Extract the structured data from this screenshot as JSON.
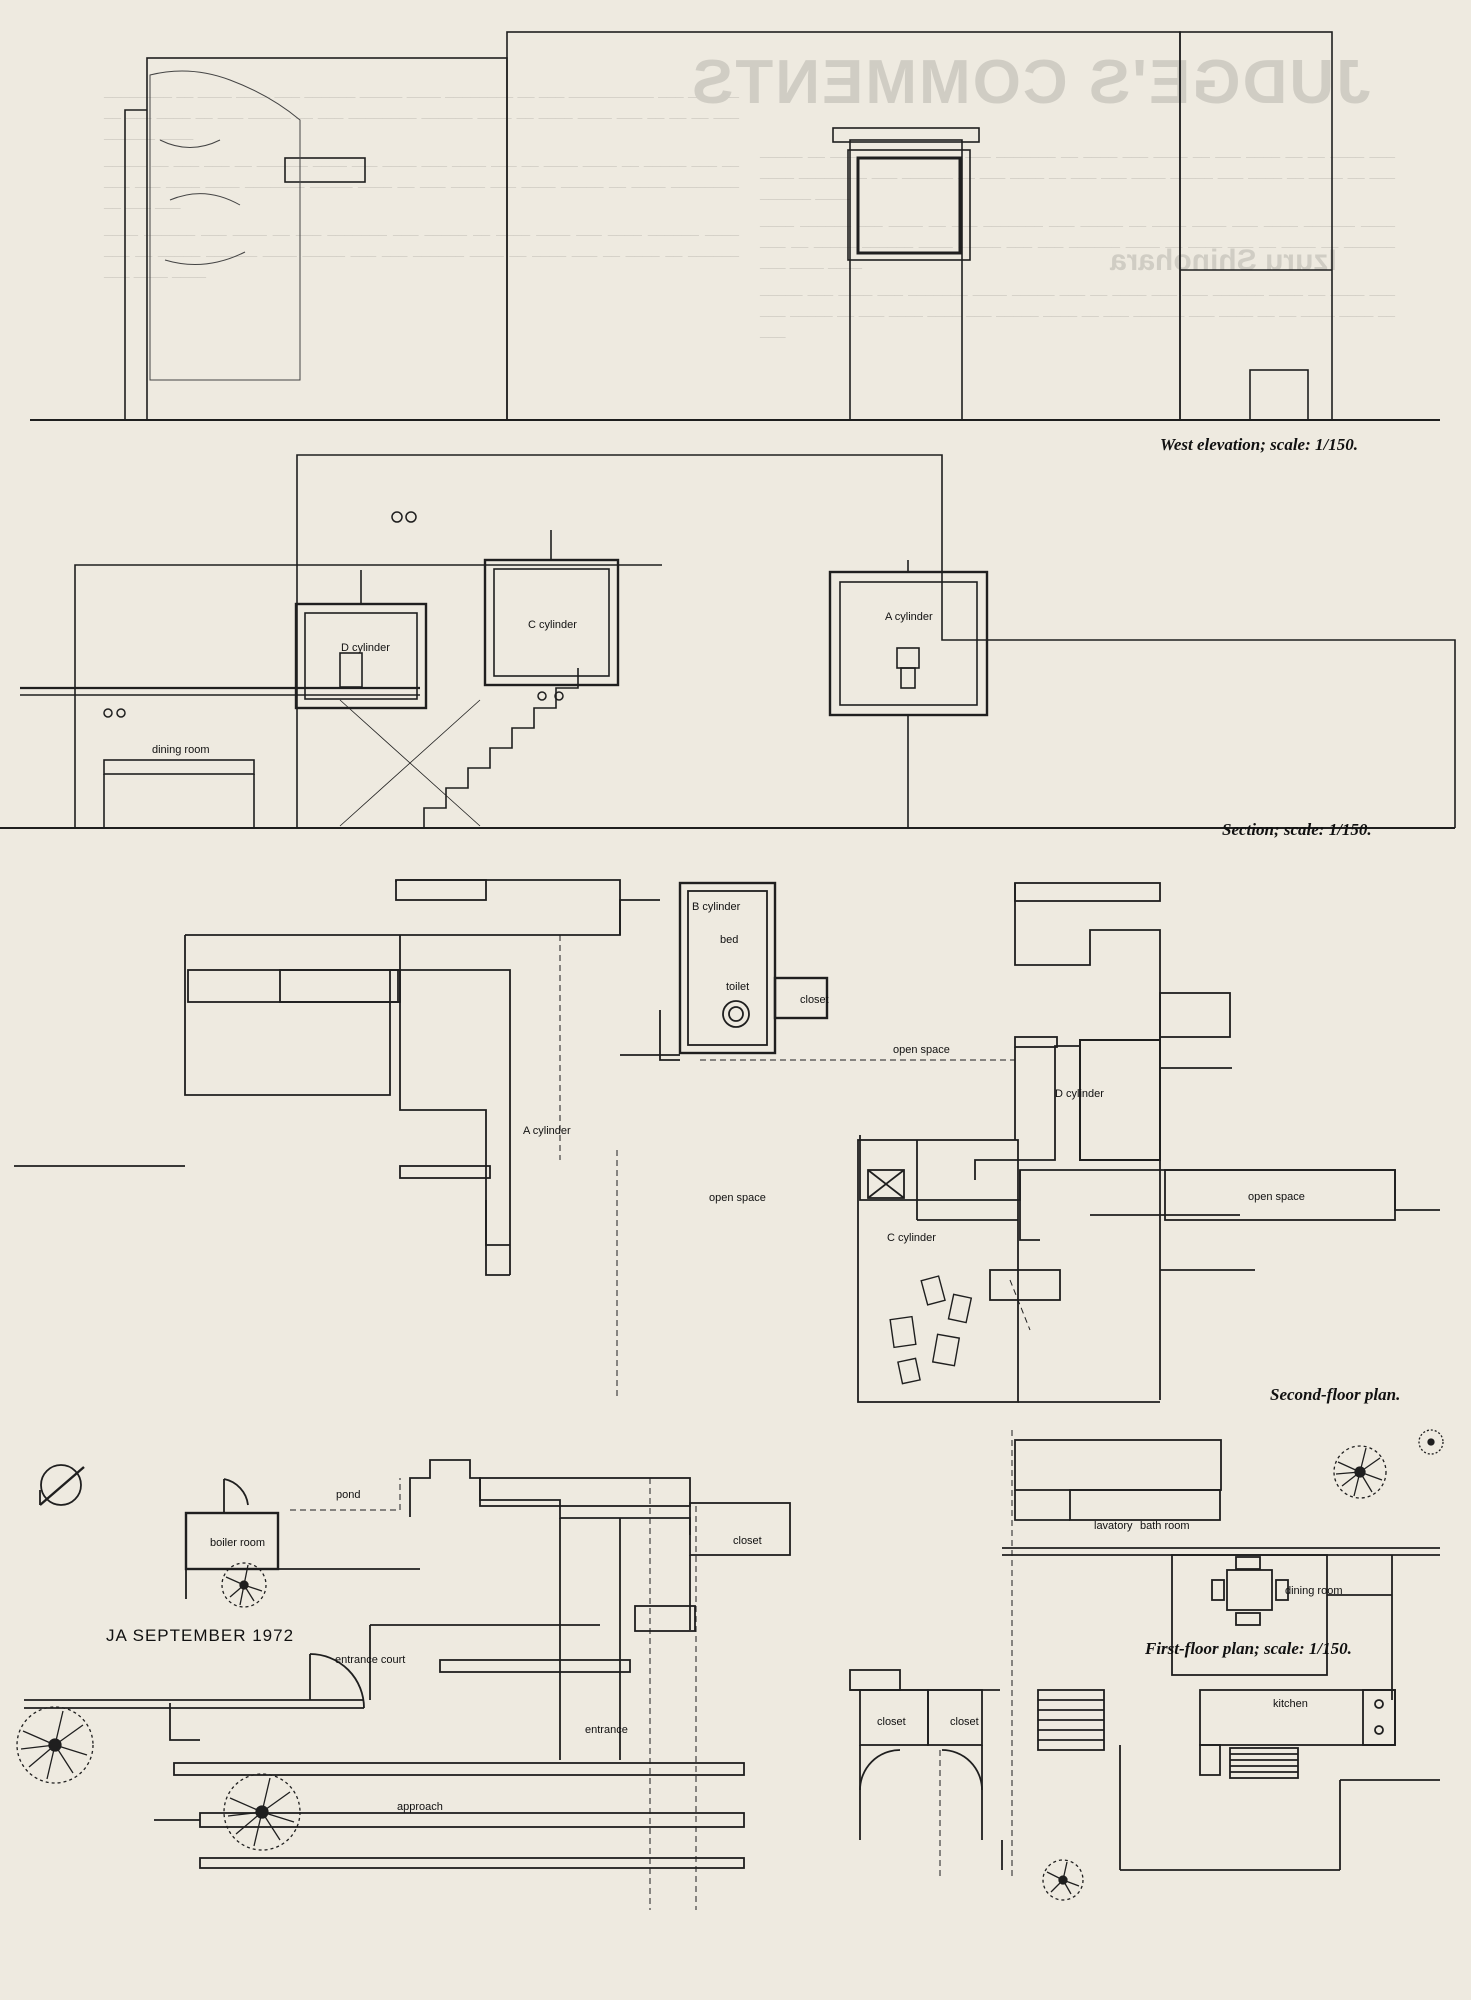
{
  "captions": {
    "west_elevation": "West elevation; scale:  1/150.",
    "section": "Section; scale:  1/150.",
    "second_floor": "Second-floor plan.",
    "first_floor": "First-floor plan; scale:  1/150."
  },
  "footer": "JA SEPTEMBER 1972",
  "section_labels": {
    "d_cylinder": "D cylinder",
    "c_cylinder": "C cylinder",
    "a_cylinder": "A cylinder",
    "dining_room": "dining room"
  },
  "second_floor_labels": {
    "b_cylinder": "B cylinder",
    "bed": "bed",
    "closet": "closet",
    "toilet": "toilet",
    "open_space_1": "open space",
    "a_cylinder": "A cylinder",
    "open_space_2": "open space",
    "d_cylinder": "D cylinder",
    "open_space_3": "open space",
    "c_cylinder": "C cylinder"
  },
  "first_floor_labels": {
    "pond": "pond",
    "boiler_room": "boiler room",
    "closet_1": "closet",
    "entrance_court": "entrance court",
    "entrance": "entrance",
    "approach": "approach",
    "lavatory": "lavatory",
    "bath_room": "bath room",
    "dining_room": "dining room",
    "closet_2": "closet",
    "closet_3": "closet",
    "kitchen": "kitchen"
  }
}
